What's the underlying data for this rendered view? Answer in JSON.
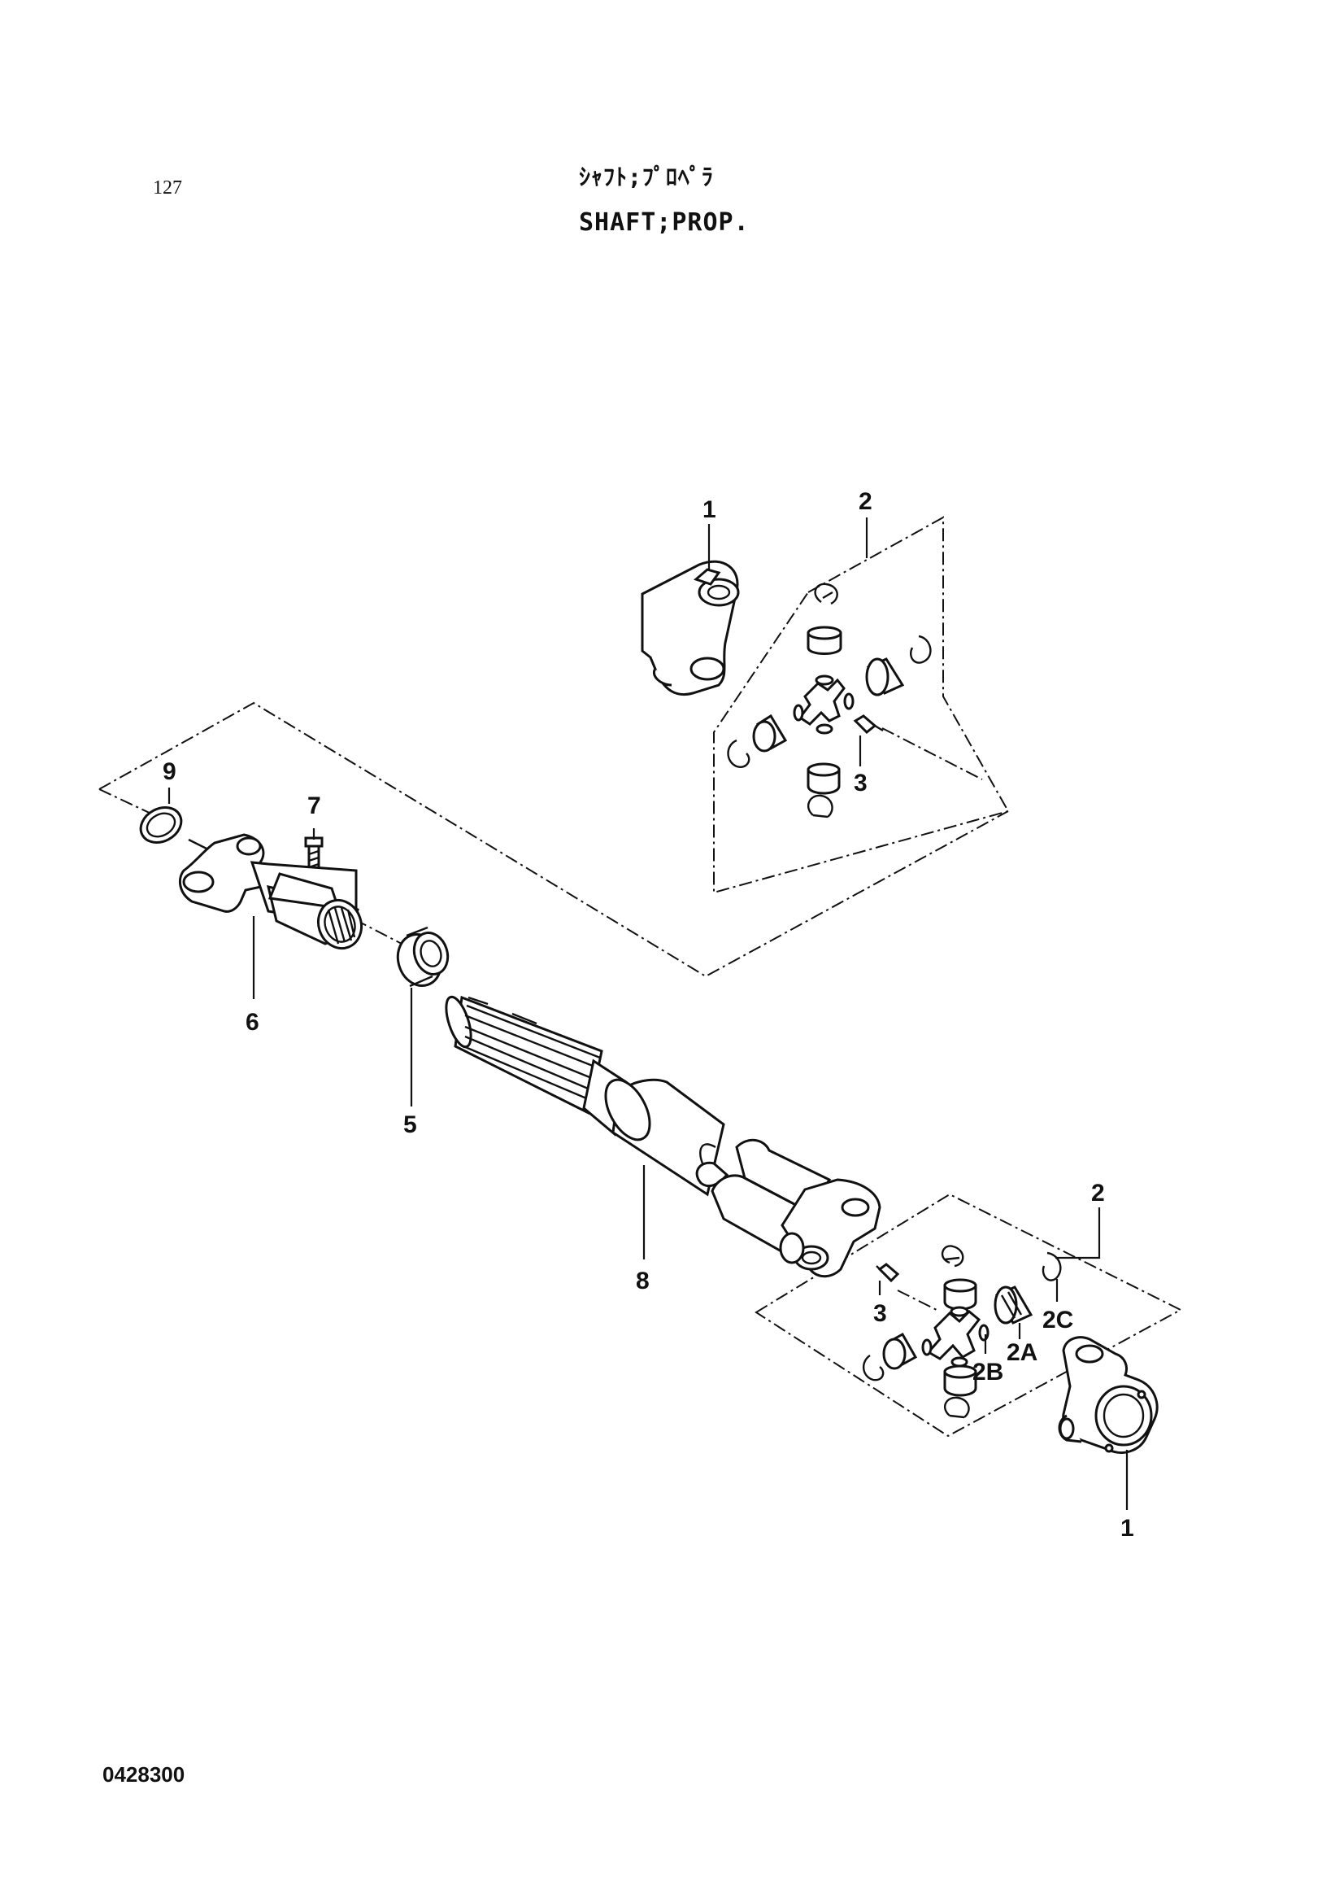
{
  "header": {
    "page_number": "127",
    "title_jp": "ｼｬﾌﾄ;ﾌﾟﾛﾍﾟﾗ",
    "title_en": "SHAFT;PROP."
  },
  "footer": {
    "doc_code": "0428300"
  },
  "callouts": {
    "top_yoke": "1",
    "top_kit": "2",
    "top_grease": "3",
    "bolt": "7",
    "cap": "9",
    "slip_yoke": "6",
    "seal": "5",
    "tube": "8",
    "bottom_kit": "2",
    "bottom_grease": "3",
    "cross": "2B",
    "bearing": "2A",
    "snap_ring": "2C",
    "bottom_yoke": "1"
  }
}
